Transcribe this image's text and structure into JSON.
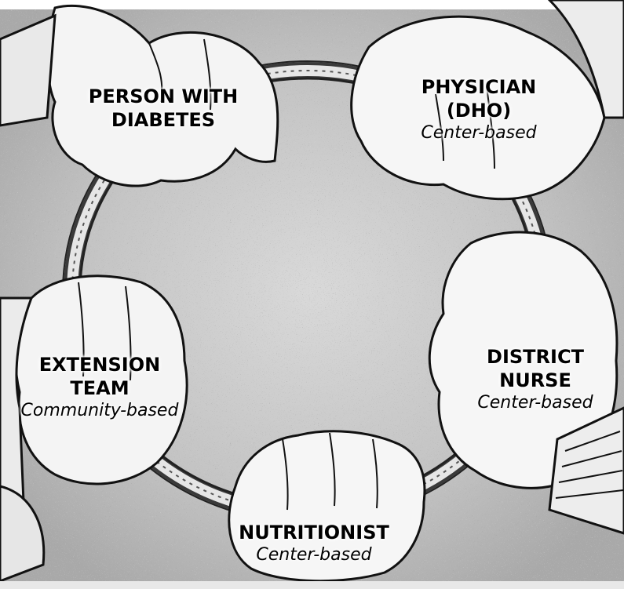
{
  "participants": [
    {
      "id": "person",
      "role": "PERSON WITH DIABETES",
      "role_line1": "PERSON WITH",
      "role_line2": "DIABETES",
      "setting": ""
    },
    {
      "id": "physician",
      "role": "PHYSICIAN (DHO)",
      "role_line1": "PHYSICIAN",
      "role_line2": "(DHO)",
      "setting": "Center-based"
    },
    {
      "id": "district-nurse",
      "role": "DISTRICT NURSE",
      "role_line1": "DISTRICT",
      "role_line2": "NURSE",
      "setting": "Center-based"
    },
    {
      "id": "nutritionist",
      "role": "NUTRITIONIST",
      "role_line1": "NUTRITIONIST",
      "role_line2": "",
      "setting": "Center-based"
    },
    {
      "id": "extension-team",
      "role": "EXTENSION TEAM",
      "role_line1": "EXTENSION",
      "role_line2": "TEAM",
      "setting": "Community-based"
    }
  ]
}
